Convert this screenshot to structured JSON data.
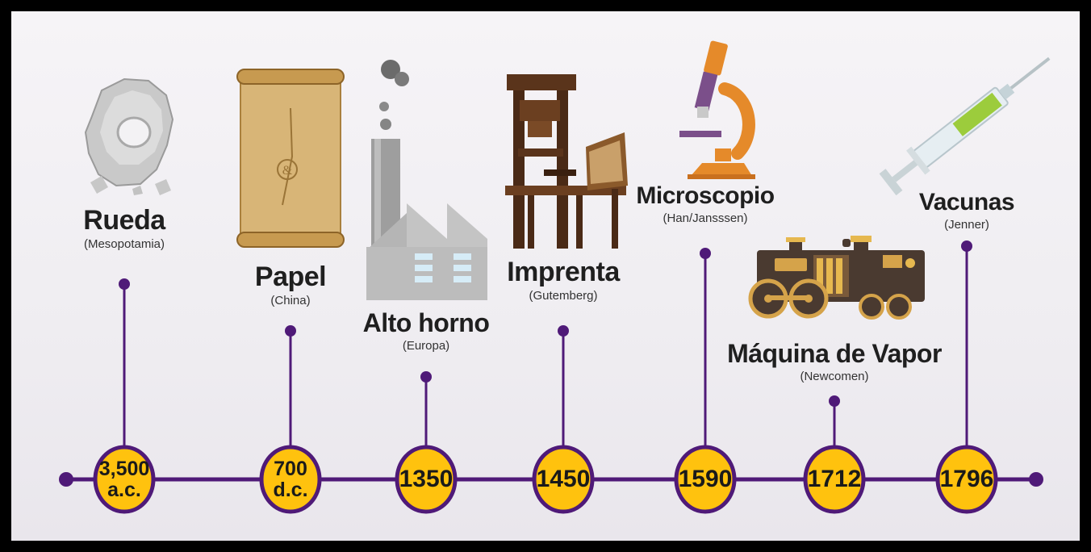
{
  "timeline": {
    "events": [
      {
        "title": "Rueda",
        "place": "(Mesopotamia)",
        "year": "3,500\na.c.",
        "icon": "wheel-icon"
      },
      {
        "title": "Papel",
        "place": "(China)",
        "year": "700\nd.c.",
        "icon": "papyrus-scroll-icon"
      },
      {
        "title": "Alto horno",
        "place": "(Europa)",
        "year": "1350",
        "icon": "factory-icon"
      },
      {
        "title": "Imprenta",
        "place": "(Gutemberg)",
        "year": "1450",
        "icon": "printing-press-icon"
      },
      {
        "title": "Microscopio",
        "place": "(Han/Jansssen)",
        "year": "1590",
        "icon": "microscope-icon"
      },
      {
        "title": "Máquina de Vapor",
        "place": "(Newcomen)",
        "year": "1712",
        "icon": "steam-locomotive-icon"
      },
      {
        "title": "Vacunas",
        "place": "(Jenner)",
        "year": "1796",
        "icon": "syringe-icon"
      }
    ]
  },
  "colors": {
    "line": "#4f1a78",
    "year_fill": "#ffc20e",
    "year_stroke": "#4f1a78"
  }
}
